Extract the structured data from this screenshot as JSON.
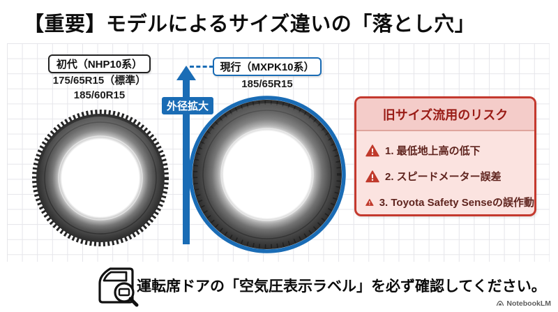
{
  "title": "【重要】モデルによるサイズ違いの「落とし穴」",
  "diagram": {
    "old_model": {
      "label": "初代（NHP10系）",
      "size_standard": "175/65R15（標準）",
      "size_option": "185/60R15"
    },
    "new_model": {
      "label": "現行（MXPK10系）",
      "size": "185/65R15"
    },
    "arrow_label": "外径拡大"
  },
  "risk_box": {
    "title": "旧サイズ流用のリスク",
    "items": [
      "1. 最低地上高の低下",
      "2. スピードメーター誤差",
      "3. Toyota Safety Senseの誤作動"
    ]
  },
  "footer": {
    "note": "運転席ドアの「空気圧表示ラベル」を必ず確認してください。",
    "brand": "NotebookLM"
  },
  "colors": {
    "accent_blue": "#1a6cb5",
    "risk_border_red": "#c4392e",
    "risk_header_bg": "#f4ccc9",
    "risk_body_bg": "#fbe3e0",
    "risk_text_red": "#991b15",
    "grid_line": "#e5e5ea"
  }
}
